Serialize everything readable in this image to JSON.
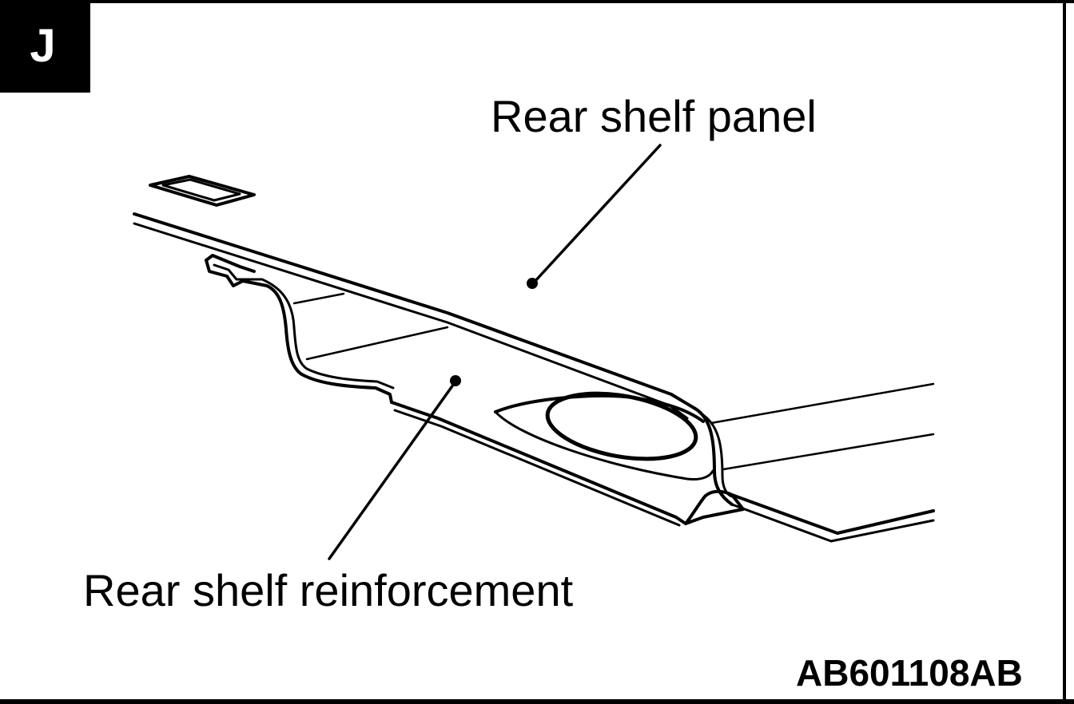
{
  "section_badge": "J",
  "callouts": {
    "rear_shelf_panel": "Rear shelf panel",
    "rear_shelf_reinforcement": "Rear shelf reinforcement"
  },
  "figure_code": "AB601108AB",
  "colors": {
    "ink": "#000000",
    "paper": "#ffffff"
  }
}
